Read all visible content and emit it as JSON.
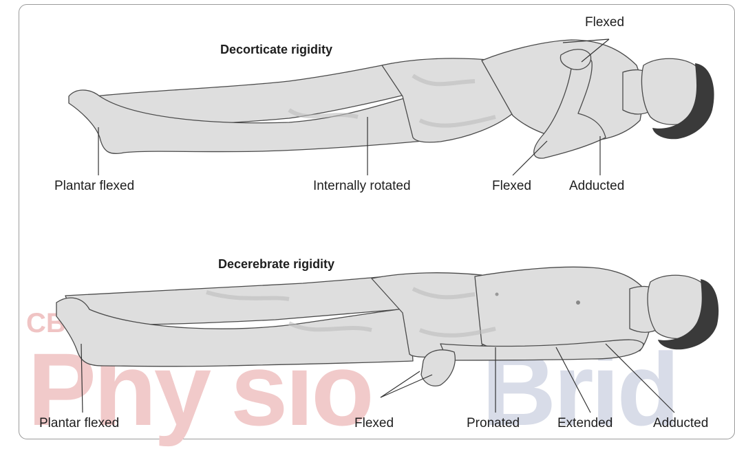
{
  "watermark": {
    "brand_small": "CBS",
    "brand_main_1": "Phy",
    "brand_main_2": "sio",
    "brand_main_3": "Brid",
    "colors": {
      "red": "#e8a6a6",
      "blue": "#b3bbd3"
    }
  },
  "body_color": "#dedede",
  "hair_color": "#3a3a3a",
  "decorticate": {
    "title": "Decorticate rigidity",
    "labels": {
      "flexed_top": "Flexed",
      "plantar": "Plantar flexed",
      "internal": "Internally rotated",
      "flexed_elbow": "Flexed",
      "adducted": "Adducted"
    }
  },
  "decerebrate": {
    "title": "Decerebrate rigidity",
    "labels": {
      "plantar": "Plantar flexed",
      "flexed": "Flexed",
      "pronated": "Pronated",
      "extended": "Extended",
      "adducted": "Adducted"
    }
  }
}
